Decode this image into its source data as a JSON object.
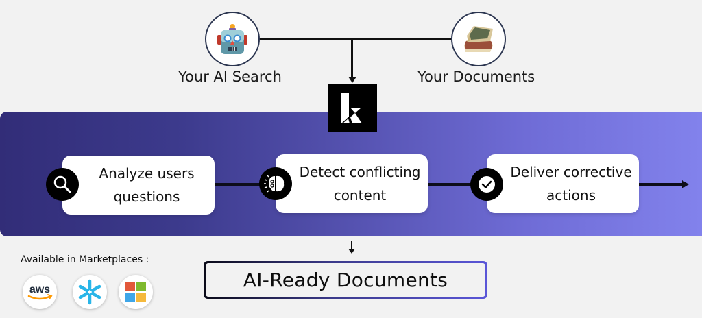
{
  "sources": {
    "ai_search": {
      "label": "Your AI Search",
      "icon": "robot-icon"
    },
    "documents": {
      "label": "Your Documents",
      "icon": "books-icon"
    }
  },
  "logo": {
    "icon": "k-logo-icon"
  },
  "steps": [
    {
      "label": "Analyze users questions",
      "icon": "magnifier-icon"
    },
    {
      "label": "Detect conflicting content",
      "icon": "brain-icon"
    },
    {
      "label": "Deliver corrective actions",
      "icon": "checkmark-icon"
    }
  ],
  "output": {
    "label": "AI-Ready Documents"
  },
  "marketplaces": {
    "label": "Available in Marketplaces :",
    "items": [
      {
        "name": "aws",
        "icon": "aws-icon",
        "text": "aws"
      },
      {
        "name": "snowflake",
        "icon": "snowflake-icon"
      },
      {
        "name": "microsoft",
        "icon": "microsoft-icon"
      }
    ]
  },
  "colors": {
    "band_start": "#322d78",
    "band_end": "#8282ec",
    "box_border_start": "#0a0a18",
    "box_border_end": "#5a56d8",
    "ms_red": "#f25022",
    "ms_green": "#7fba00",
    "ms_blue": "#00a4ef",
    "ms_yellow": "#ffb900",
    "aws_orange": "#ff9900",
    "snowflake_blue": "#29b5e8"
  }
}
